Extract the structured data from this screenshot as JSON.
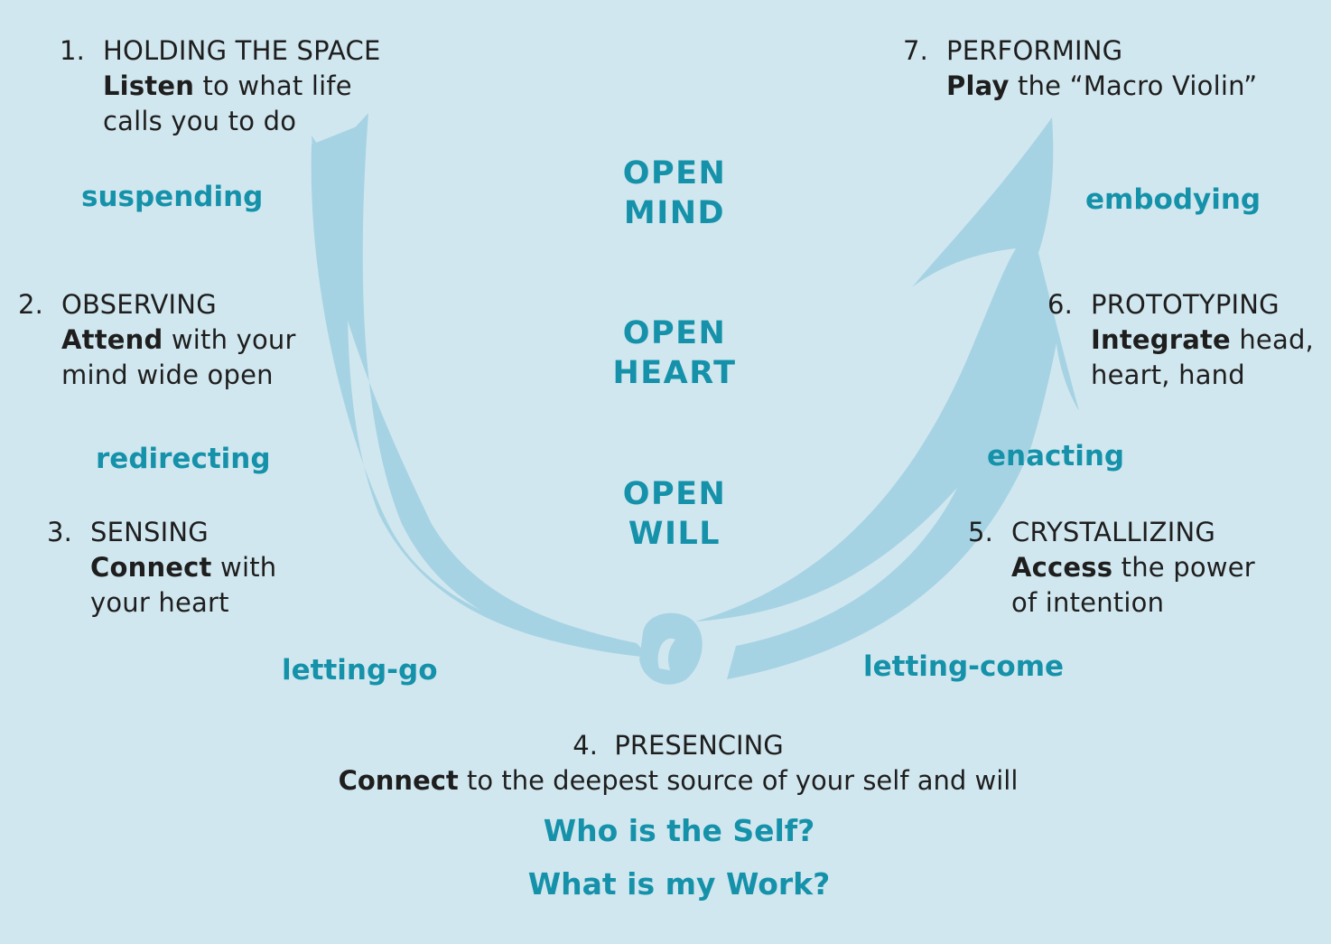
{
  "stages": [
    {
      "num": "1.",
      "title": "HOLDING THE SPACE",
      "lead": "Listen",
      "rest1": " to what life",
      "line2": "calls you to do"
    },
    {
      "num": "2.",
      "title": "OBSERVING",
      "lead": "Attend",
      "rest1": " with your",
      "line2": "mind wide open"
    },
    {
      "num": "3.",
      "title": "SENSING",
      "lead": "Connect",
      "rest1": " with",
      "line2": "your heart"
    },
    {
      "num": "4.",
      "title": "PRESENCING",
      "lead": "Connect",
      "rest1": " to the deepest source of your self and will"
    },
    {
      "num": "5.",
      "title": "CRYSTALLIZING",
      "lead": "Access",
      "rest1": " the power",
      "line2": "of intention"
    },
    {
      "num": "6.",
      "title": "PROTOTYPING",
      "lead": "Integrate",
      "rest1": " head,",
      "line2": "heart, hand"
    },
    {
      "num": "7.",
      "title": "PERFORMING",
      "lead": "Play",
      "rest1": " the “Macro Violin”"
    }
  ],
  "processes": {
    "suspending": "suspending",
    "redirecting": "redirecting",
    "letting_go": "letting-go",
    "letting_come": "letting-come",
    "enacting": "enacting",
    "embodying": "embodying"
  },
  "openings": [
    {
      "line1": "OPEN",
      "line2": "MIND"
    },
    {
      "line1": "OPEN",
      "line2": "HEART"
    },
    {
      "line1": "OPEN",
      "line2": "WILL"
    }
  ],
  "questions": {
    "q1": "Who is the Self?",
    "q2": "What is my Work?"
  },
  "colors": {
    "background": "#d1e7ef",
    "arrow": "#a6d3e3",
    "accent_text": "#1592aa",
    "body_text": "#1e1e1e"
  }
}
